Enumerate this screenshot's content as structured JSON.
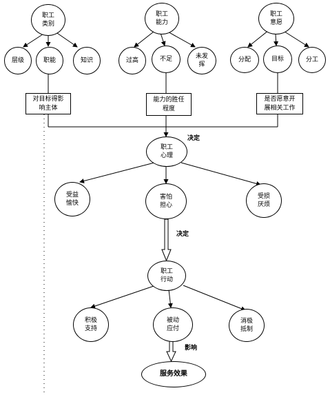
{
  "nodes": {
    "employee_category": {
      "lines": [
        "职工",
        "类别"
      ]
    },
    "level": {
      "lines": [
        "层级"
      ]
    },
    "function": {
      "lines": [
        "职能"
      ]
    },
    "knowledge": {
      "lines": [
        "知识"
      ]
    },
    "employee_ability": {
      "lines": [
        "职工",
        "能力"
      ]
    },
    "too_high": {
      "lines": [
        "过高"
      ]
    },
    "insufficient": {
      "lines": [
        "不足"
      ]
    },
    "undeveloped": {
      "lines": [
        "未发",
        "挥"
      ]
    },
    "employee_willingness": {
      "lines": [
        "职工",
        "意愿"
      ]
    },
    "assignment": {
      "lines": [
        "分配"
      ]
    },
    "goal": {
      "lines": [
        "目标"
      ]
    },
    "division": {
      "lines": [
        "分工"
      ]
    },
    "employee_psychology": {
      "lines": [
        "职工",
        "心理"
      ]
    },
    "pleased": {
      "lines": [
        "受益",
        "愉快"
      ]
    },
    "afraid": {
      "lines": [
        "害怕",
        "担心"
      ]
    },
    "disgusted": {
      "lines": [
        "受损",
        "厌烦"
      ]
    },
    "employee_action": {
      "lines": [
        "职工",
        "行动"
      ]
    },
    "active_support": {
      "lines": [
        "积极",
        "支持"
      ]
    },
    "passive_coping": {
      "lines": [
        "被动",
        "应付"
      ]
    },
    "passive_resistance": {
      "lines": [
        "消极",
        "抵制"
      ]
    },
    "service_effect": {
      "lines": [
        "服务效果"
      ]
    }
  },
  "boxes": {
    "goal_impact": {
      "lines": [
        "对目标得影",
        "响主体"
      ]
    },
    "ability_competence": {
      "lines": [
        "能力的胜任",
        "程度"
      ]
    },
    "willingness_to_work": {
      "lines": [
        "是否愿意开",
        "展相关工作"
      ]
    }
  },
  "labels": {
    "decide_1": "决定",
    "decide_2": "决定",
    "influence": "影响"
  }
}
